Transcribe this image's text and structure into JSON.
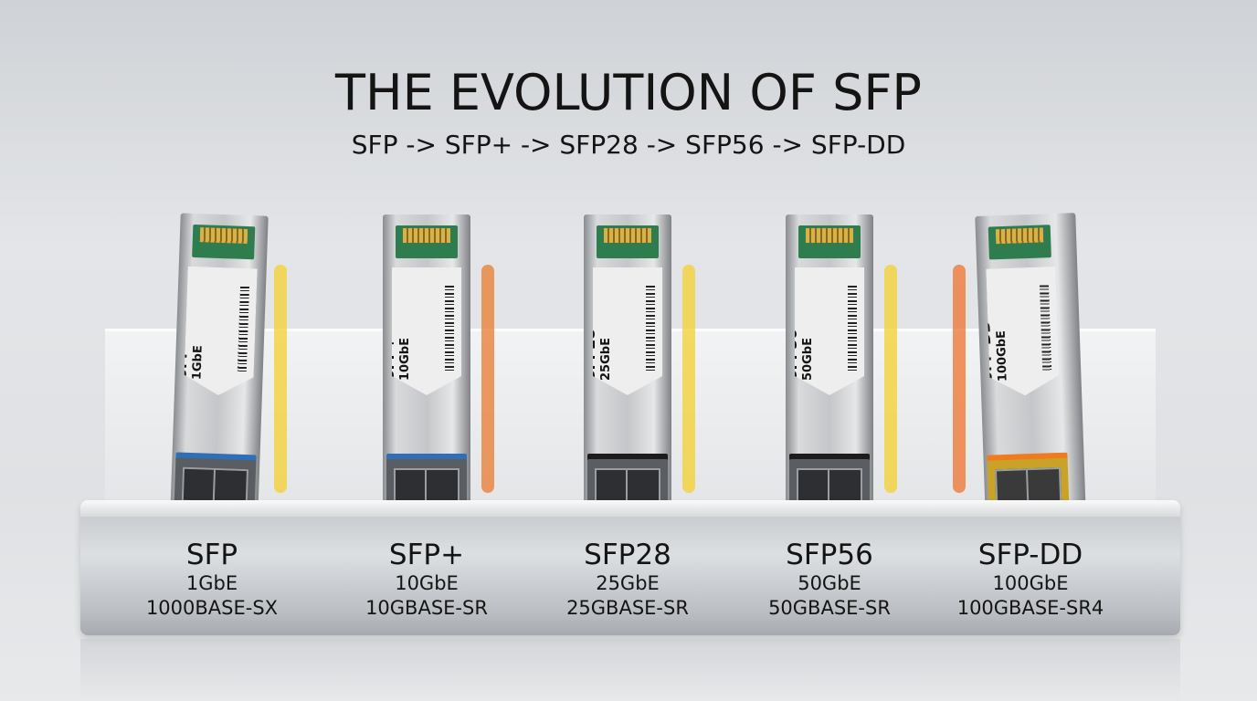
{
  "header": {
    "title": "THE EVOLUTION OF SFP",
    "subtitle": "SFP -> SFP+ -> SFP28 -> SFP56 -> SFP-DD"
  },
  "modules": [
    {
      "name": "SFP",
      "speed": "1GbE",
      "standard": "1000BASE-SX",
      "latch_color": "#2f6fb5",
      "cable_color": "#f2d23a"
    },
    {
      "name": "SFP+",
      "speed": "10GbE",
      "standard": "10GBASE-SR",
      "latch_color": "#2f6fb5",
      "cable_color": "#e8823a"
    },
    {
      "name": "SFP28",
      "speed": "25GbE",
      "standard": "25GBASE-SR",
      "latch_color": "#1c1c1c",
      "cable_color": "#f2d23a"
    },
    {
      "name": "SFP56",
      "speed": "50GbE",
      "standard": "50GBASE-SR",
      "latch_color": "#1c1c1c",
      "cable_color": "#f2d23a"
    },
    {
      "name": "SFP-DD",
      "speed": "100GbE",
      "standard": "100GBASE-SR4",
      "latch_color": "#f07a1e",
      "cable_color": "#ee7a3a"
    }
  ]
}
